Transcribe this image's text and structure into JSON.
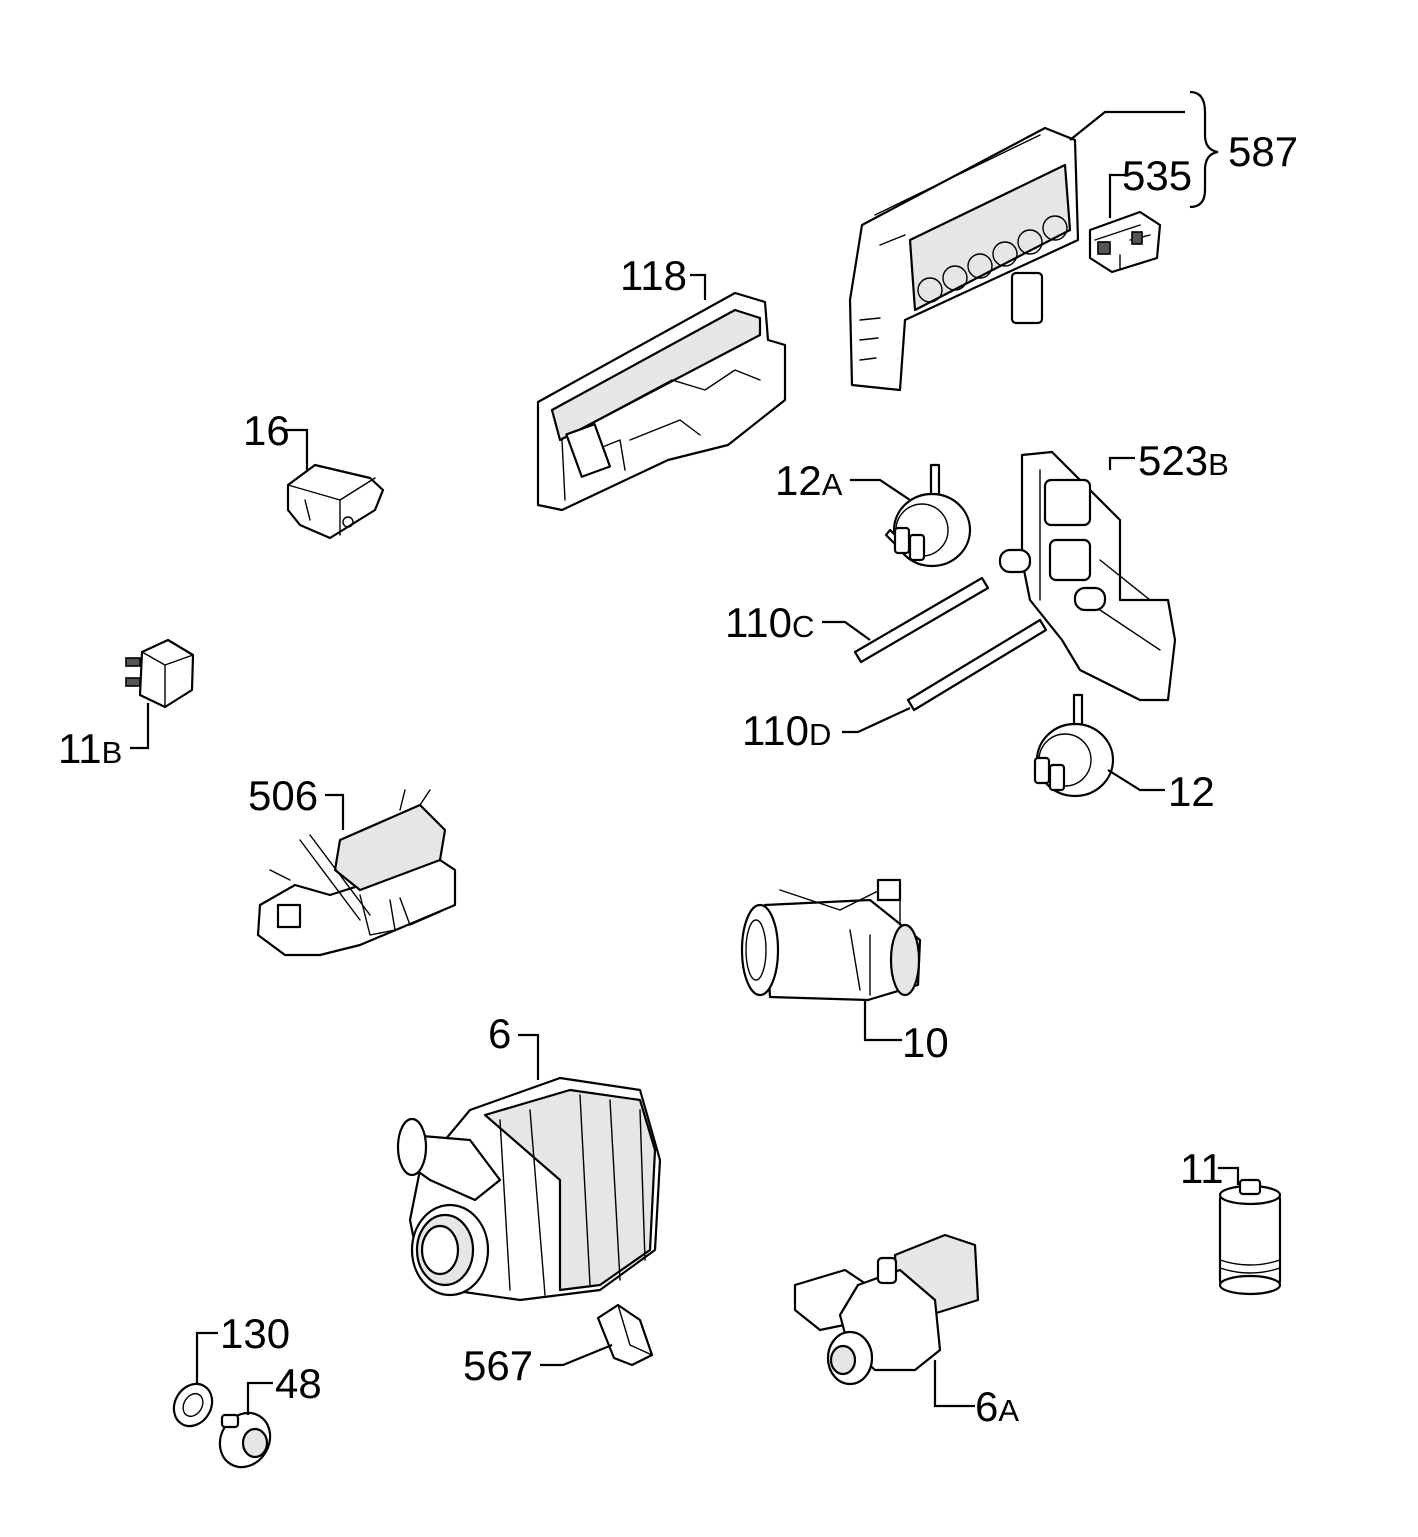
{
  "labels": [
    {
      "id": "587",
      "number": "587",
      "suffix": ""
    },
    {
      "id": "535",
      "number": "535",
      "suffix": ""
    },
    {
      "id": "118",
      "number": "118",
      "suffix": ""
    },
    {
      "id": "16",
      "number": "16",
      "suffix": ""
    },
    {
      "id": "12A",
      "number": "12",
      "suffix": "A"
    },
    {
      "id": "523B",
      "number": "523",
      "suffix": "B"
    },
    {
      "id": "110C",
      "number": "110",
      "suffix": "C"
    },
    {
      "id": "110D",
      "number": "110",
      "suffix": "D"
    },
    {
      "id": "11B",
      "number": "11",
      "suffix": "B"
    },
    {
      "id": "12",
      "number": "12",
      "suffix": ""
    },
    {
      "id": "506",
      "number": "506",
      "suffix": ""
    },
    {
      "id": "10",
      "number": "10",
      "suffix": ""
    },
    {
      "id": "6",
      "number": "6",
      "suffix": ""
    },
    {
      "id": "11",
      "number": "11",
      "suffix": ""
    },
    {
      "id": "130",
      "number": "130",
      "suffix": ""
    },
    {
      "id": "48",
      "number": "48",
      "suffix": ""
    },
    {
      "id": "567",
      "number": "567",
      "suffix": ""
    },
    {
      "id": "6A",
      "number": "6",
      "suffix": "A"
    }
  ]
}
